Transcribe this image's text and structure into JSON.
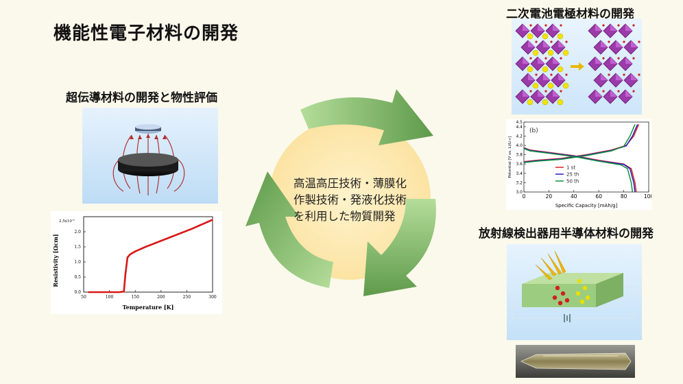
{
  "main_title": "機能性電子材料の開発",
  "superconductor": {
    "heading": "超伝導材料の開発と物性評価",
    "chart": {
      "x_label": "Temperature [K]",
      "y_label": "Resistivity [Ωcm]",
      "x_ticks": [
        "50",
        "100",
        "150",
        "200",
        "250",
        "300"
      ],
      "y_ticks": [
        "0.0",
        "0.5",
        "1.0",
        "1.5",
        "2.0"
      ],
      "y_top_label": "2.5x10",
      "y_top_exp": "-3"
    }
  },
  "battery": {
    "heading": "二次電池電極材料の開発",
    "chart": {
      "panel_label": "(b)",
      "x_label": "Specific Capacity [mAh/g]",
      "y_label": "Potential [V vs. Li/Li+]",
      "x_ticks": [
        "0",
        "20",
        "40",
        "60",
        "80",
        "100"
      ],
      "y_ticks": [
        "3.0",
        "3.2",
        "3.4",
        "3.6",
        "3.8",
        "4.0",
        "4.2",
        "4.4",
        "4.5"
      ]
    }
  },
  "detector": {
    "heading": "放射線検出器用半導体材料の開発"
  },
  "center": {
    "lines": [
      "高温高圧技術・薄膜化",
      "作製技術・発液化技術",
      "を利用した物質開発"
    ]
  },
  "chart_data": [
    {
      "type": "scatter",
      "title": "",
      "xlabel": "Temperature [K]",
      "ylabel": "Resistivity [Ωcm]",
      "xlim": [
        50,
        300
      ],
      "ylim": [
        0,
        2.5
      ],
      "y_scale_note": "x10^-3",
      "x": [
        60,
        80,
        100,
        120,
        128,
        131,
        135,
        140,
        150,
        170,
        200,
        230,
        260,
        300
      ],
      "y": [
        0.0,
        0.0,
        0.0,
        0.0,
        0.02,
        0.6,
        1.15,
        1.25,
        1.35,
        1.5,
        1.7,
        1.9,
        2.1,
        2.4
      ]
    },
    {
      "type": "line",
      "title": "",
      "xlabel": "Specific Capacity [mAh/g]",
      "ylabel": "Potential [V vs. Li/Li+]",
      "xlim": [
        0,
        100
      ],
      "ylim": [
        3.0,
        4.5
      ],
      "legend_position": "bottom-center",
      "series": [
        {
          "name": "1 st",
          "color": "#e02020",
          "charge": {
            "x": [
              0,
              10,
              30,
              50,
              70,
              82,
              88,
              92
            ],
            "y": [
              3.65,
              3.68,
              3.72,
              3.8,
              3.9,
              4.0,
              4.2,
              4.45
            ]
          },
          "discharge": {
            "x": [
              0,
              5,
              20,
              40,
              60,
              80,
              86,
              89,
              90
            ],
            "y": [
              3.95,
              3.9,
              3.85,
              3.78,
              3.68,
              3.6,
              3.5,
              3.2,
              3.0
            ]
          }
        },
        {
          "name": "25 th",
          "color": "#2020c0",
          "charge": {
            "x": [
              0,
              10,
              30,
              50,
              70,
              82,
              87,
              91
            ],
            "y": [
              3.64,
              3.67,
              3.71,
              3.79,
              3.89,
              3.99,
              4.2,
              4.45
            ]
          },
          "discharge": {
            "x": [
              0,
              5,
              20,
              40,
              60,
              80,
              85,
              88,
              89
            ],
            "y": [
              3.94,
              3.89,
              3.84,
              3.77,
              3.67,
              3.59,
              3.5,
              3.2,
              3.0
            ]
          }
        },
        {
          "name": "50 th",
          "color": "#109040",
          "charge": {
            "x": [
              0,
              10,
              30,
              50,
              70,
              80,
              85,
              89
            ],
            "y": [
              3.63,
              3.66,
              3.7,
              3.78,
              3.88,
              3.98,
              4.2,
              4.45
            ]
          },
          "discharge": {
            "x": [
              0,
              5,
              20,
              40,
              60,
              78,
              83,
              86,
              87
            ],
            "y": [
              3.93,
              3.88,
              3.83,
              3.76,
              3.66,
              3.58,
              3.5,
              3.2,
              3.0
            ]
          }
        }
      ]
    }
  ],
  "colors": {
    "background": "#fbf9ec",
    "arrow_green": "#8cc47a",
    "center_circle": "#fde9b0",
    "panel_blue": "#d4eafb",
    "resistivity_red": "#d81818"
  }
}
